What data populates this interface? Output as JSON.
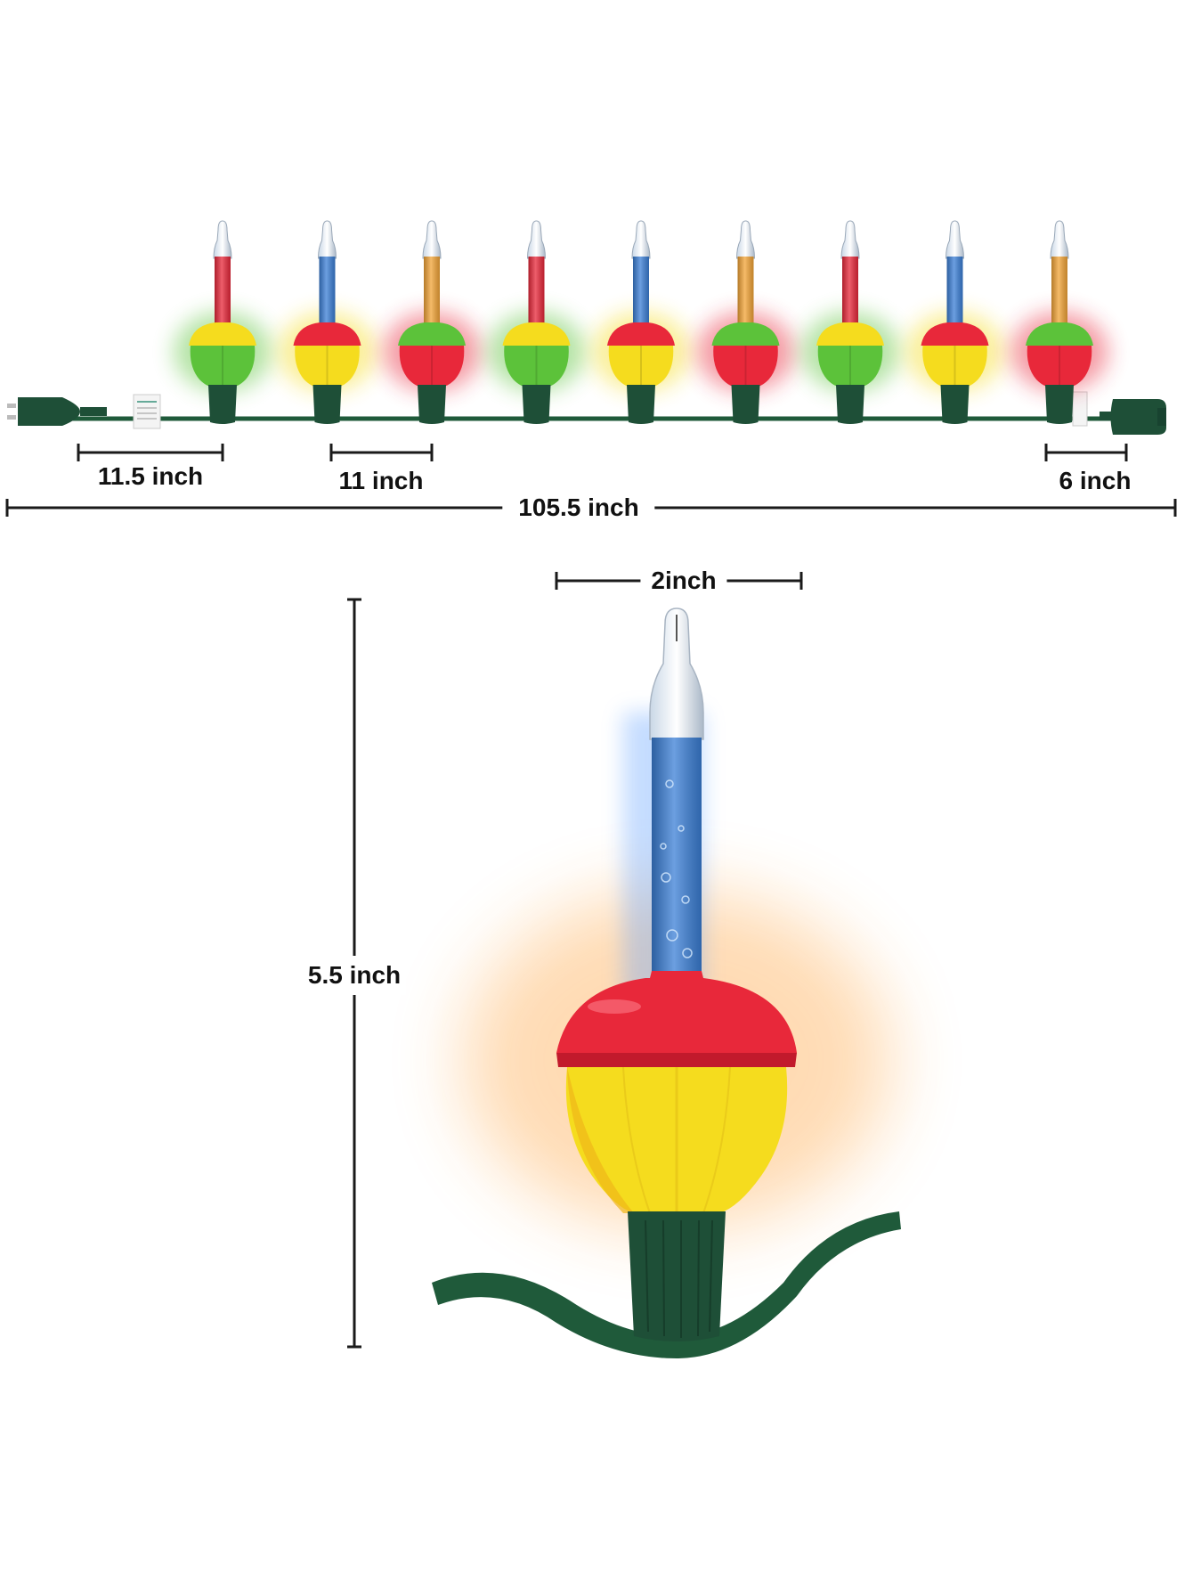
{
  "dimensions": {
    "lead_spacing": "11.5 inch",
    "bulb_spacing": "11 inch",
    "tail_spacing": "6 inch",
    "total_length": "105.5 inch",
    "bulb_width": "2inch",
    "bulb_height": "5.5 inch"
  },
  "bulbs": [
    {
      "tube": "red",
      "cap": "yellow",
      "body": "green"
    },
    {
      "tube": "blue",
      "cap": "red",
      "body": "yellow"
    },
    {
      "tube": "orange",
      "cap": "green",
      "body": "red"
    },
    {
      "tube": "red",
      "cap": "yellow",
      "body": "green"
    },
    {
      "tube": "blue",
      "cap": "red",
      "body": "yellow"
    },
    {
      "tube": "orange",
      "cap": "green",
      "body": "red"
    },
    {
      "tube": "red",
      "cap": "yellow",
      "body": "green"
    },
    {
      "tube": "blue",
      "cap": "red",
      "body": "yellow"
    },
    {
      "tube": "orange",
      "cap": "green",
      "body": "red"
    }
  ],
  "colors": {
    "red": "#e8283a",
    "blue": "#3b7fd6",
    "orange": "#f2a437",
    "yellow": "#f5dc1e",
    "green": "#5cc23a",
    "wire": "#1f5a3a",
    "socket": "#1e4f37",
    "line": "#1a1a1a"
  },
  "featured_bulb": {
    "tube": "blue",
    "cap": "red",
    "body": "yellow"
  }
}
